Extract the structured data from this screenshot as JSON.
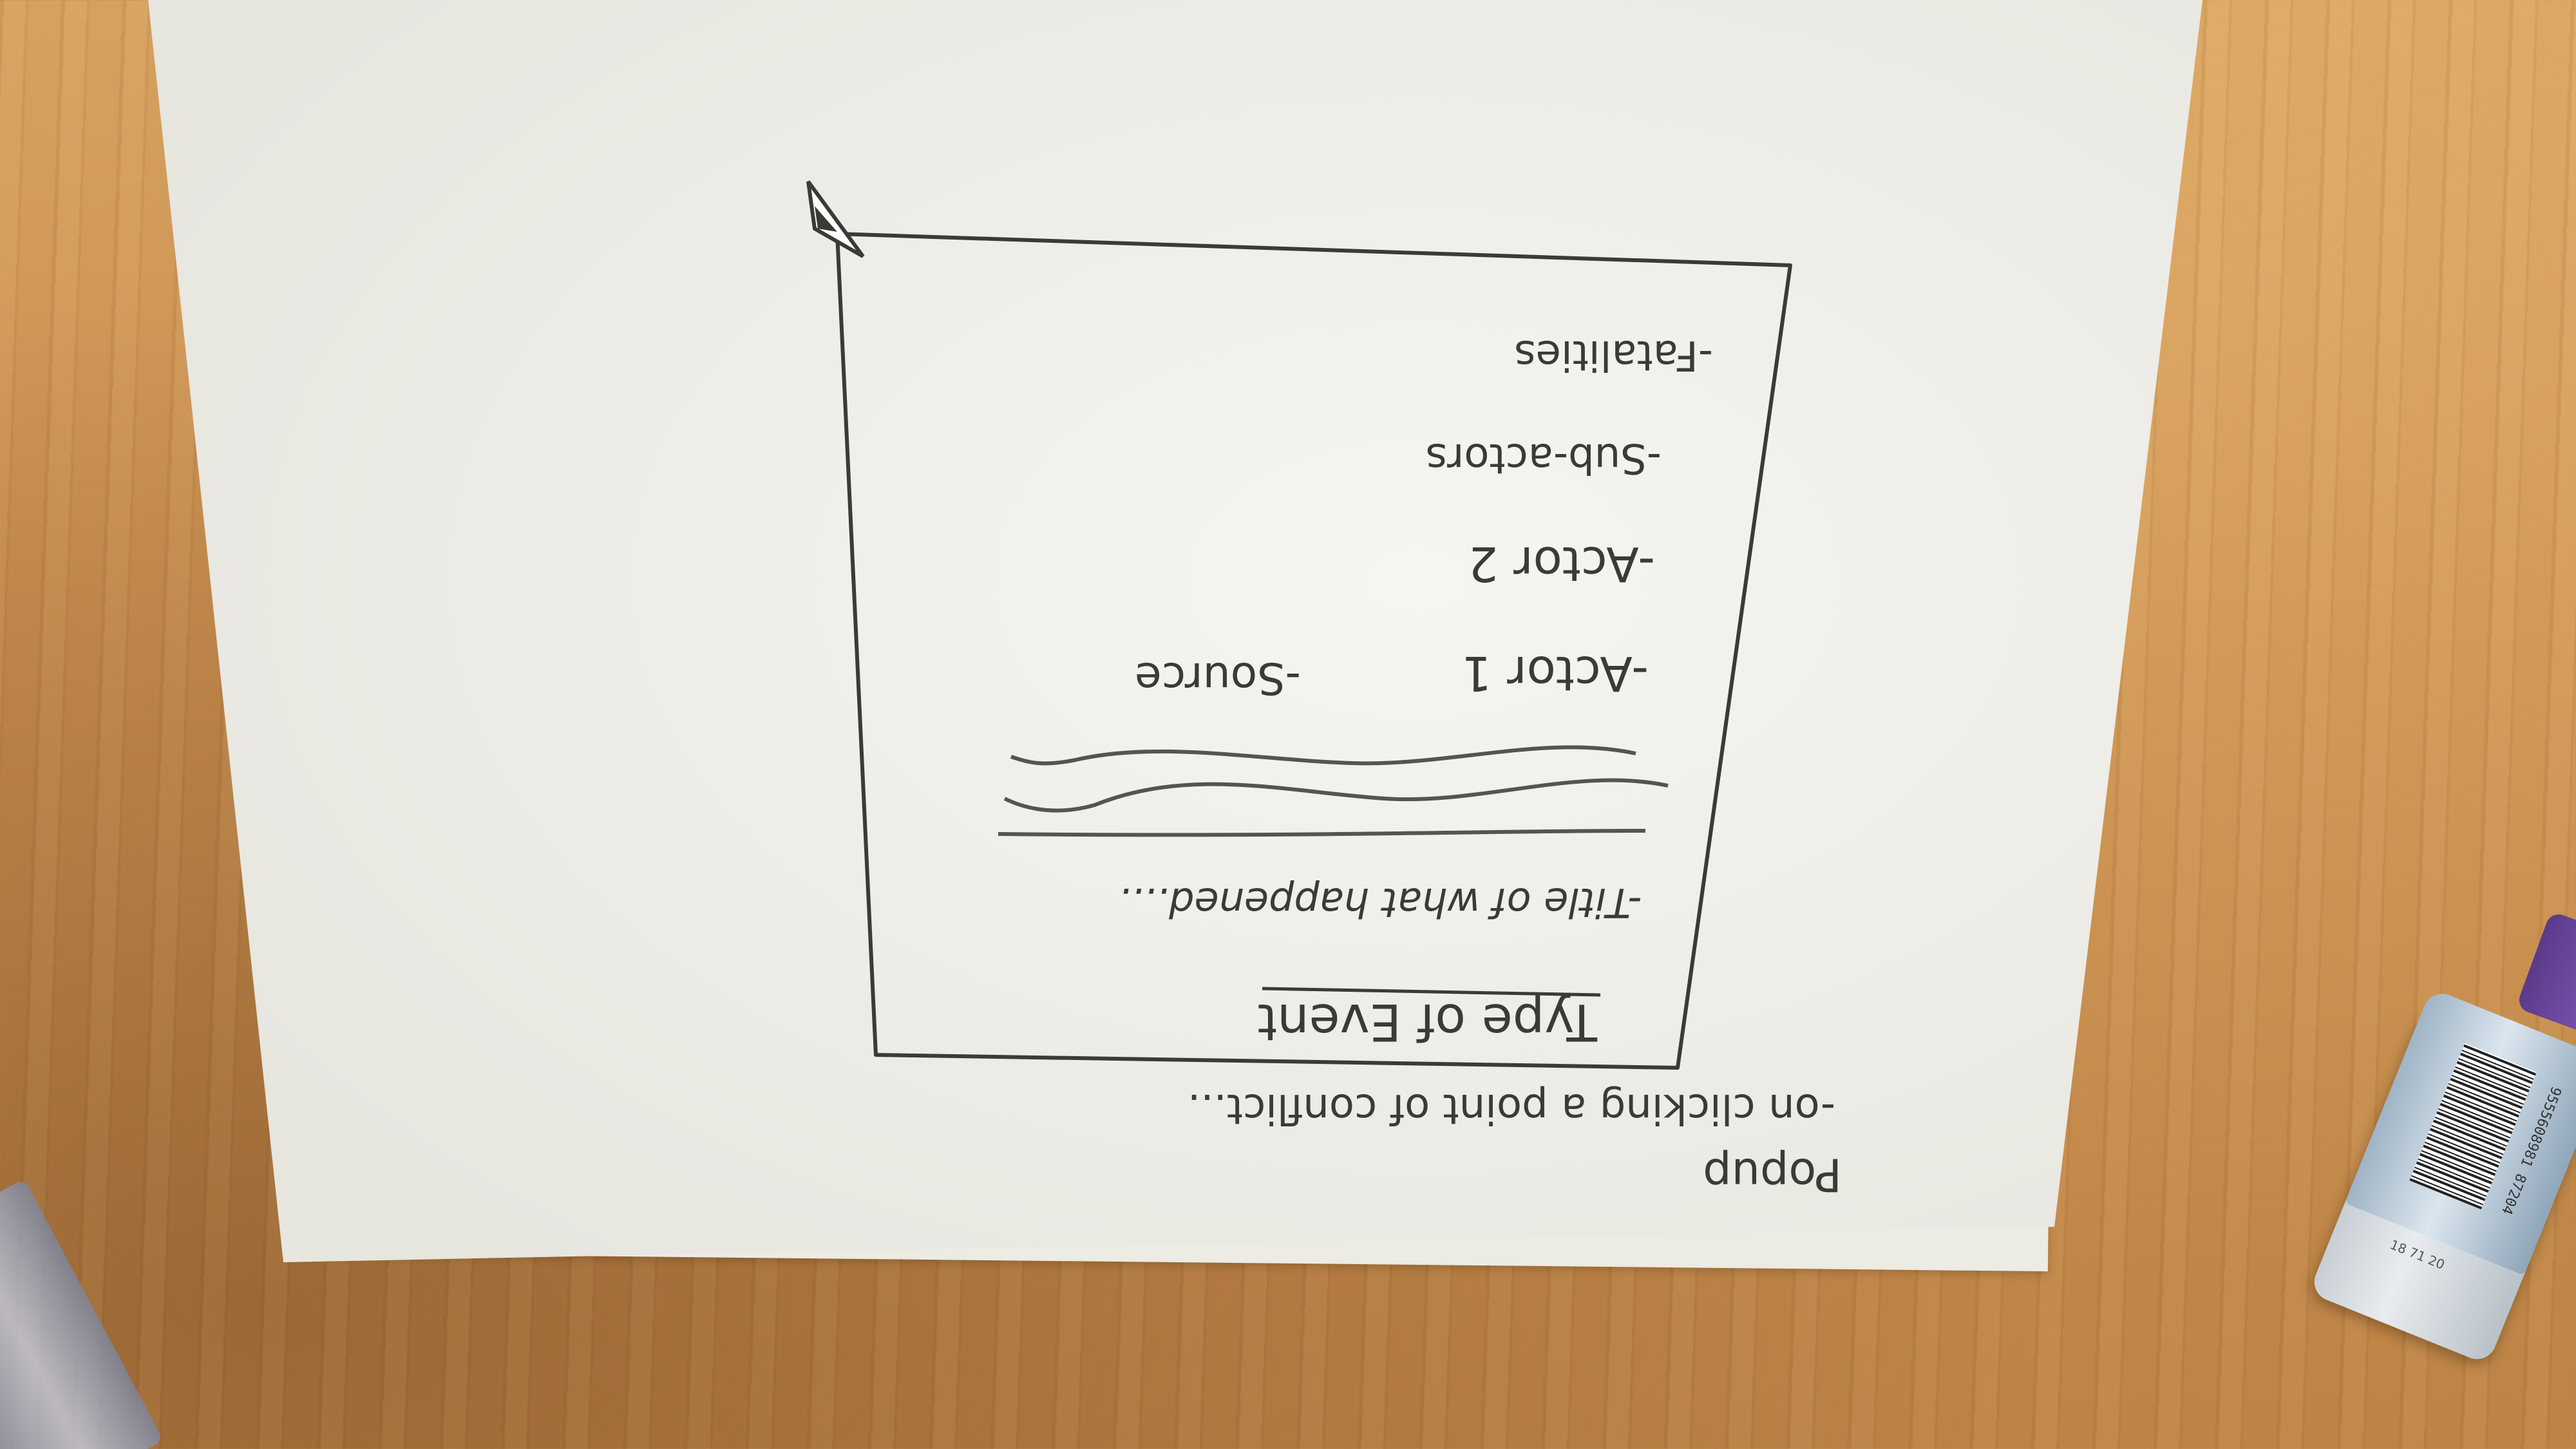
{
  "sheet": {
    "heading": "Popup",
    "subheading": "-on clicking a point of conflict...",
    "popup": {
      "title": "Type of Event",
      "items": [
        "-Title of what happened....",
        "-Actor 1",
        "-Source",
        "-Actor 2",
        "-Sub-actors",
        "-Fatalities"
      ]
    }
  },
  "eraser": {
    "barcode_text": "9555608981 87204",
    "code_text": "18 71 20"
  },
  "colors": {
    "pencil": "#3a3a36",
    "paper": "#f1f0ea",
    "desk": "#c98f4f"
  }
}
